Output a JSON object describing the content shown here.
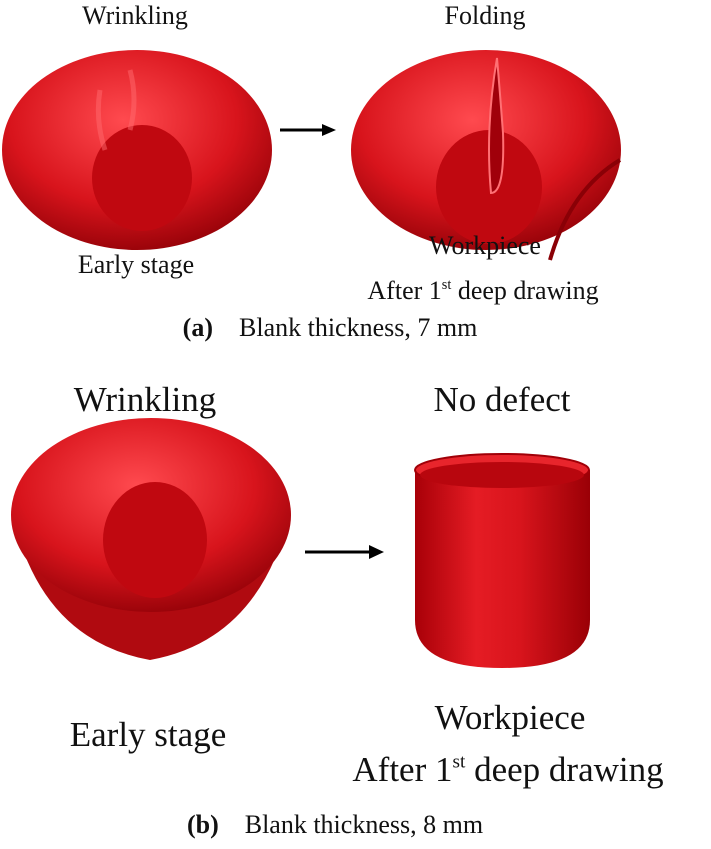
{
  "panel_a": {
    "label": "(a)",
    "caption": "Blank thickness, 7 mm",
    "left_top": "Wrinkling",
    "left_bottom": "Early stage",
    "right_top": "Folding",
    "right_bottom_1": "Workpiece",
    "right_bottom_2_pre": "After 1",
    "right_bottom_2_sup": "st",
    "right_bottom_2_post": " deep drawing"
  },
  "panel_b": {
    "label": "(b)",
    "caption": "Blank thickness, 8 mm",
    "left_top": "Wrinkling",
    "left_bottom": "Early stage",
    "right_top": "No defect",
    "right_bottom_1": "Workpiece",
    "right_bottom_2_pre": "After 1",
    "right_bottom_2_sup": "st",
    "right_bottom_2_post": " deep drawing"
  },
  "colors": {
    "part": "#d8141c",
    "arrow": "#000000"
  }
}
